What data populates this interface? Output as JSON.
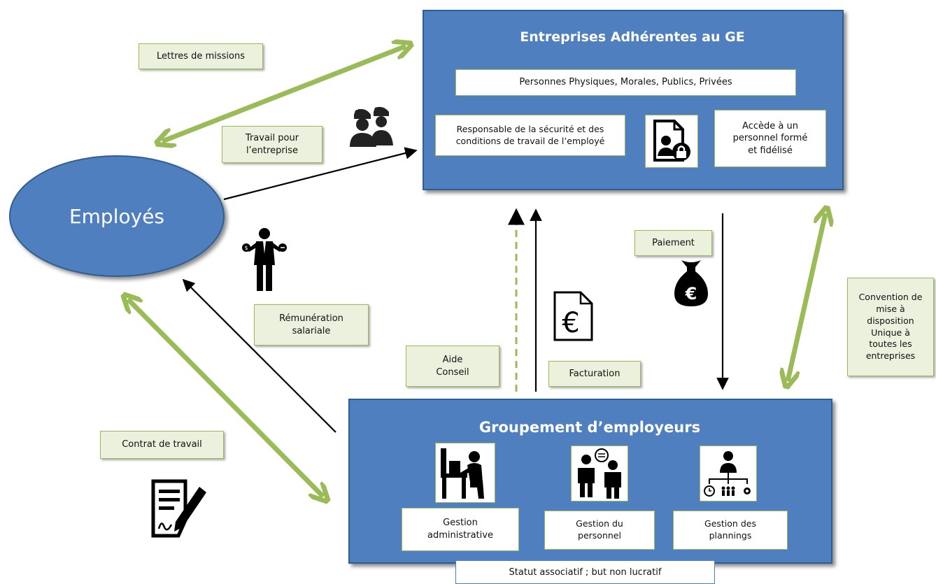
{
  "companies": {
    "title": "Entreprises Adhérentes au GE",
    "persons": "Personnes Physiques,  Morales, Publics, Privées",
    "responsibility": "Responsable de la sécurité et des\nconditions de travail de l’employé",
    "access": "Accède à un\npersonnel formé\net fidélisé"
  },
  "employees": {
    "label": "Employés"
  },
  "group": {
    "title": "Groupement d’employeurs",
    "admin": "Gestion\nadministrative",
    "staff": "Gestion du\npersonnel",
    "planning": "Gestion des\nplannings",
    "status": "Statut associatif ; but non lucratif"
  },
  "labels": {
    "missions": "Lettres de missions",
    "work": "Travail pour\nl’entreprise",
    "pay": "Rémunération\nsalariale",
    "contract": "Contrat de travail",
    "advice": "Aide\nConseil",
    "billing": "Facturation",
    "payment": "Paiement",
    "convention": "Convention de\nmise à\ndisposition\nUnique à\ntoutes les\nentreprises"
  },
  "icons": {
    "workers": "workers-icon",
    "security_doc": "secure-document-icon",
    "balance_man": "salary-balance-icon",
    "invoice": "euro-invoice-icon",
    "money_bag": "euro-money-bag-icon",
    "contract": "contract-sign-icon",
    "desk": "office-worker-icon",
    "dialog": "people-talking-icon",
    "planning": "planning-org-icon"
  },
  "colors": {
    "box_blue": "#4f7fbe",
    "arrow_green": "#9bbb59",
    "label_bg": "#ebf1dd"
  }
}
